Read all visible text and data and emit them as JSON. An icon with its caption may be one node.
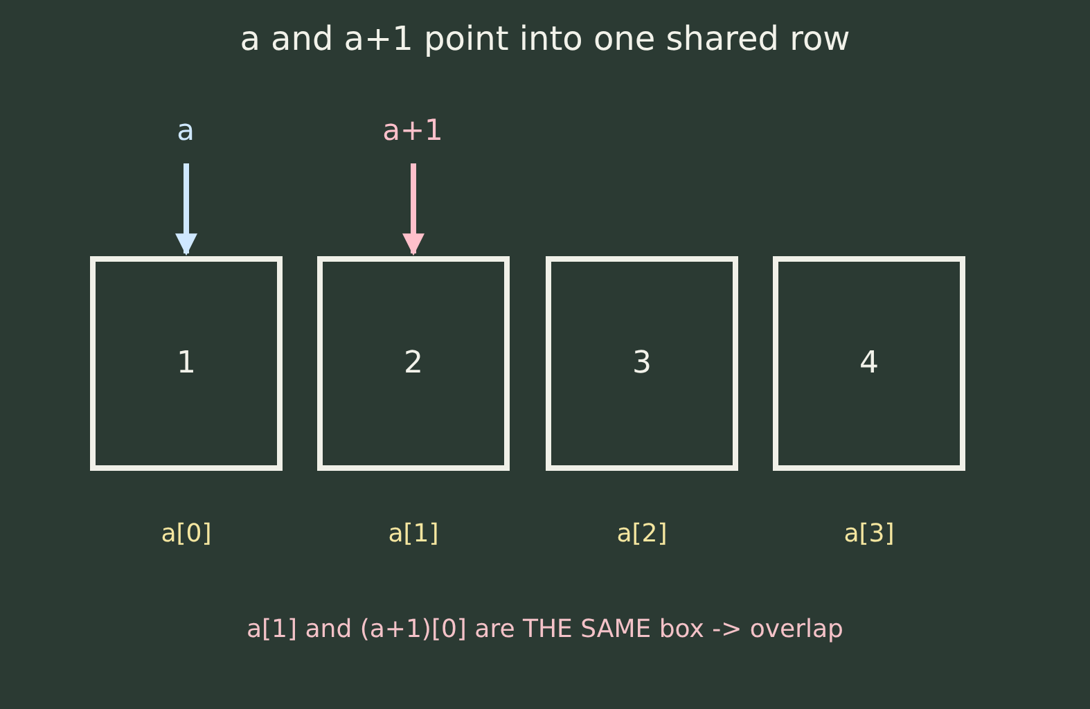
{
  "diagram": {
    "title": "a and a+1 point into one shared row",
    "nodes": [
      {
        "text": [
          "a"
        ]
      },
      {
        "text": [
          "a+1"
        ]
      },
      {
        "text": [
          "1"
        ],
        "beside": [
          "a[0]"
        ]
      },
      {
        "text": [
          "2"
        ],
        "beside": [
          "a[1]"
        ]
      },
      {
        "text": [
          "3"
        ],
        "beside": [
          "a[2]"
        ]
      },
      {
        "text": [
          "4"
        ],
        "beside": [
          "a[3]"
        ]
      }
    ],
    "edges": [
      {
        "from": 0,
        "to": 2,
        "arrow": "to",
        "color": "#cfe8ff"
      },
      {
        "from": 1,
        "to": 3,
        "arrow": "to",
        "color": "#ffc0cb"
      }
    ],
    "labels": [
      "a[1] and (a+1)[0] are THE SAME box -> overlap"
    ]
  }
}
